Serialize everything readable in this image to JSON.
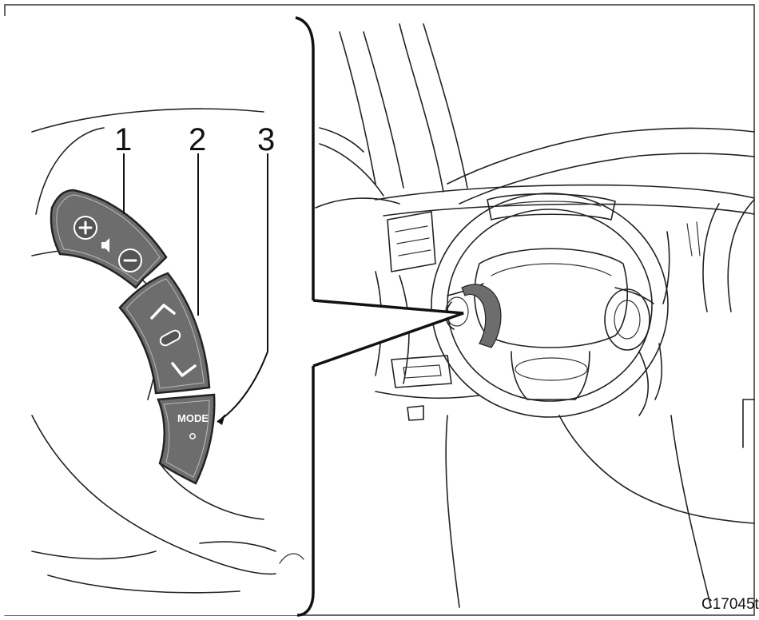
{
  "figure": {
    "callouts": [
      "1",
      "2",
      "3"
    ],
    "mode_label": "MODE",
    "figure_code": "C17045t"
  },
  "icons": {
    "volume_up": "plus-icon",
    "volume_down": "minus-icon",
    "speaker": "speaker-icon",
    "seek_up": "chevron-up-icon",
    "seek_down": "chevron-down-icon"
  },
  "colors": {
    "button_fill": "#6d6d6d",
    "button_border": "#222222",
    "line": "#222222",
    "background": "#ffffff"
  }
}
